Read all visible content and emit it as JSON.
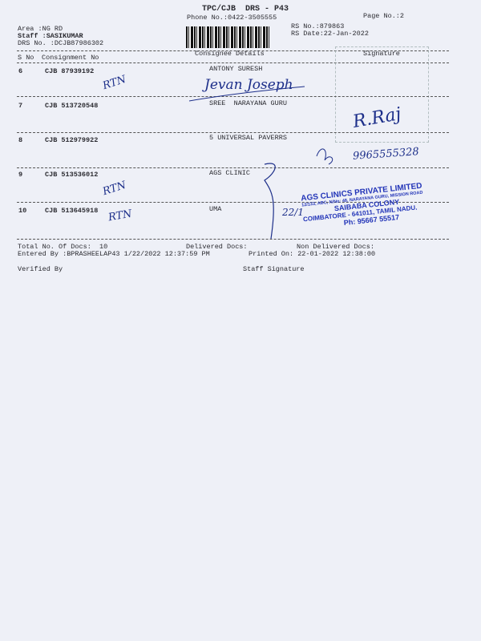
{
  "header": {
    "title": "TPC/CJB  DRS - P43",
    "phone": "Phone No.:0422-3505555",
    "page_no": "Page No.:2",
    "area": "Area :NG RD",
    "staff": "Staff :SASIKUMAR",
    "drs_no": "DRS No. :DCJB87986302",
    "rs_no": "RS No.:879863",
    "rs_date": "RS Date:22-Jan-2022"
  },
  "columns": {
    "sno": "S No",
    "consignment": "Consignment No",
    "consignee": "Consignee Details",
    "signature": "Signature"
  },
  "rows": [
    {
      "sno": "6",
      "consignment": "CJB 87939192",
      "consignee": "ANTONY SURESH"
    },
    {
      "sno": "7",
      "consignment": "CJB 513720548",
      "consignee": "SREE  NARAYANA GURU"
    },
    {
      "sno": "8",
      "consignment": "CJB 512979922",
      "consignee": "5 UNIVERSAL PAVERRS"
    },
    {
      "sno": "9",
      "consignment": "CJB 513536012",
      "consignee": "AGS CLINIC"
    },
    {
      "sno": "10",
      "consignment": "CJB 513645918",
      "consignee": "UMA"
    }
  ],
  "handwriting": {
    "rtn": "RTN",
    "jevan": "Jevan Joseph",
    "raj": "R.Raj",
    "phone": "9965555328",
    "date": "22/1"
  },
  "stamp": {
    "line1": "AGS CLINICS PRIVATE LIMITED",
    "line2": "12/133, ABC, N/No: 48, NARAYANA GURU, MISSION ROAD",
    "line3": "SAIBABA COLONY",
    "line4": "COIMBATORE - 641011, TAMIL NADU.",
    "line5": "Ph: 95667 55517"
  },
  "footer": {
    "total": "Total No. Of Docs:  10",
    "delivered": "Delivered Docs:",
    "non_delivered": "Non Delivered Docs:",
    "entered_by": "Entered By :BPRASHEELAP43 1/22/2022 12:37:59 PM",
    "printed_on": "Printed On: 22-01-2022 12:38:00",
    "verified_by": "Verified By",
    "staff_signature": "Staff Signature"
  }
}
